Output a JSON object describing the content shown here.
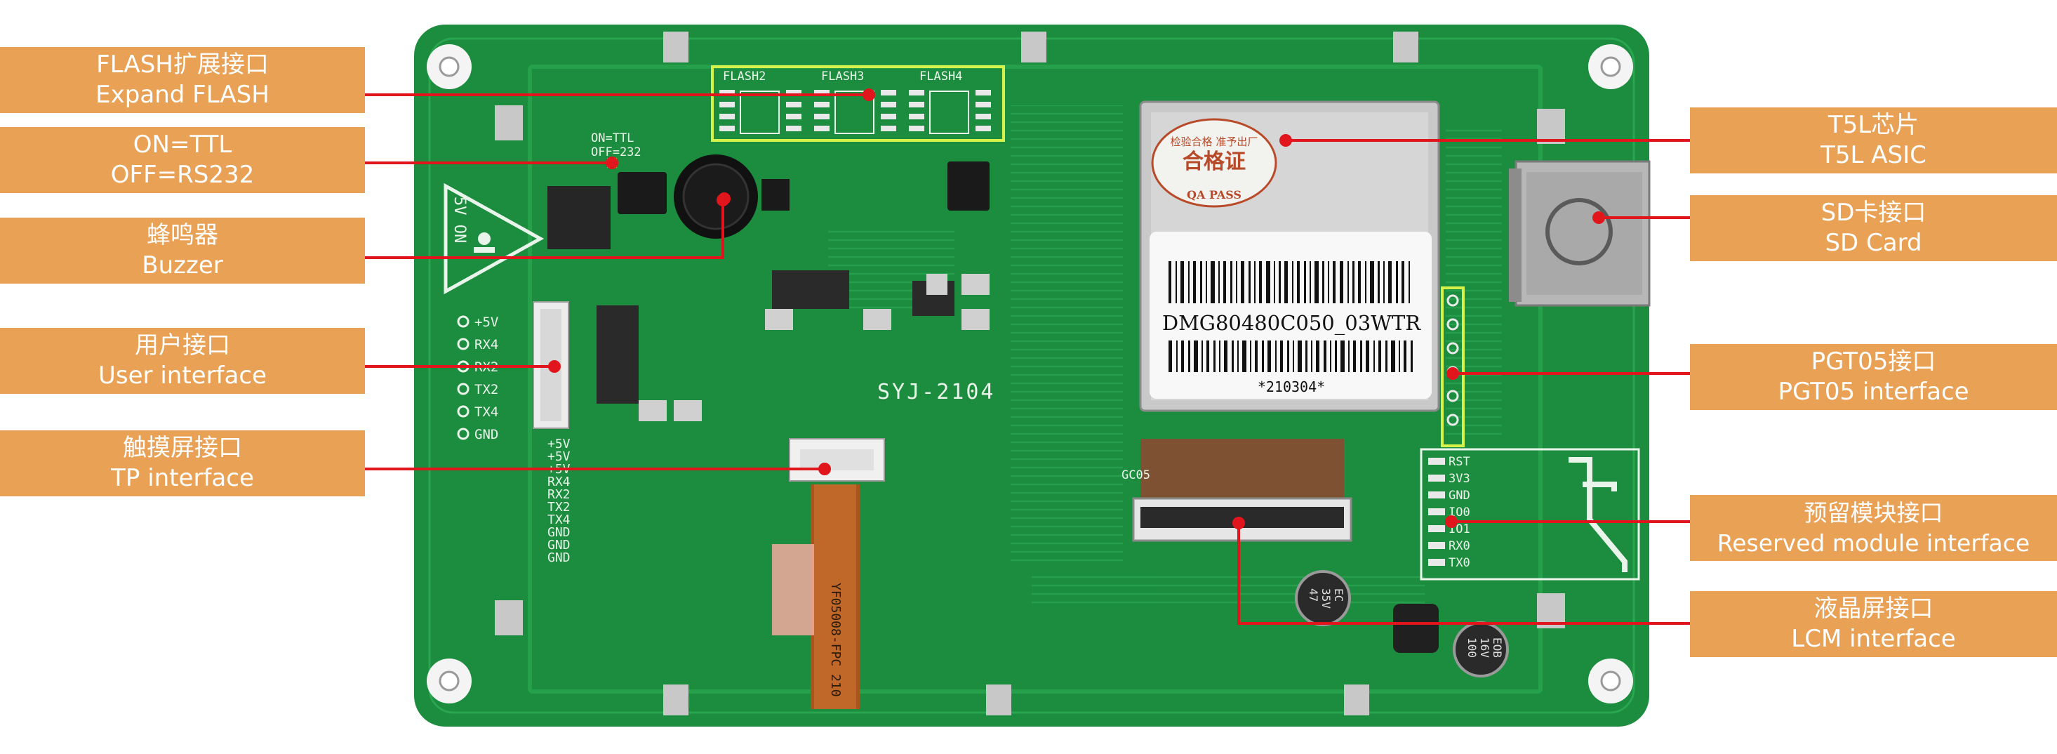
{
  "colors": {
    "board": "#1c8d3f",
    "board_dark": "#13722f",
    "label_bg": "#e9a156",
    "pointer": "#e0161c",
    "silkscreen": "#e9f5ea",
    "flash_outline": "#d6f24a"
  },
  "callouts": {
    "flash": {
      "cn": "FLASH扩展接口",
      "en": "Expand FLASH"
    },
    "ttl": {
      "cn": "ON=TTL",
      "en": "OFF=RS232"
    },
    "buzzer": {
      "cn": "蜂鸣器",
      "en": "Buzzer"
    },
    "user": {
      "cn": "用户接口",
      "en": "User interface"
    },
    "tp": {
      "cn": "触摸屏接口",
      "en": "TP interface"
    },
    "t5l": {
      "cn": "T5L芯片",
      "en": "T5L ASIC"
    },
    "sd": {
      "cn": "SD卡接口",
      "en": "SD Card"
    },
    "pgt": {
      "cn": "PGT05接口",
      "en": "PGT05 interface"
    },
    "reserved": {
      "cn": "预留模块接口",
      "en": "Reserved module interface"
    },
    "lcm": {
      "cn": "液晶屏接口",
      "en": "LCM interface"
    }
  },
  "board": {
    "flash_labels": [
      "FLASH2",
      "FLASH3",
      "FLASH4"
    ],
    "switch_labels": [
      "ON=TTL",
      "OFF=232"
    ],
    "warning_text": "5V ON",
    "user_pins": [
      "+5V",
      "RX4",
      "RX2",
      "TX2",
      "TX4",
      "GND"
    ],
    "tp_pins": [
      "+5V",
      "+5V",
      "+5V",
      "RX4",
      "RX2",
      "TX2",
      "TX4",
      "GND",
      "GND",
      "GND"
    ],
    "board_name": "SYJ-2104",
    "chip_stamp_top": "检验合格  准予出厂",
    "chip_stamp_main": "合格证",
    "chip_stamp_bottom": "QA PASS",
    "model": "DMG80480C050_03WTR",
    "date_code": "*210304*",
    "reserved_pins": [
      "RST",
      "3V3",
      "GND",
      "IO0",
      "IO1",
      "RX0",
      "TX0"
    ],
    "fpc_text": "YF05008-FPC 210",
    "connector_label": "GC05",
    "cap1": [
      "47",
      "35V",
      "EC"
    ],
    "cap2": [
      "100",
      "16V",
      "EOB"
    ]
  }
}
